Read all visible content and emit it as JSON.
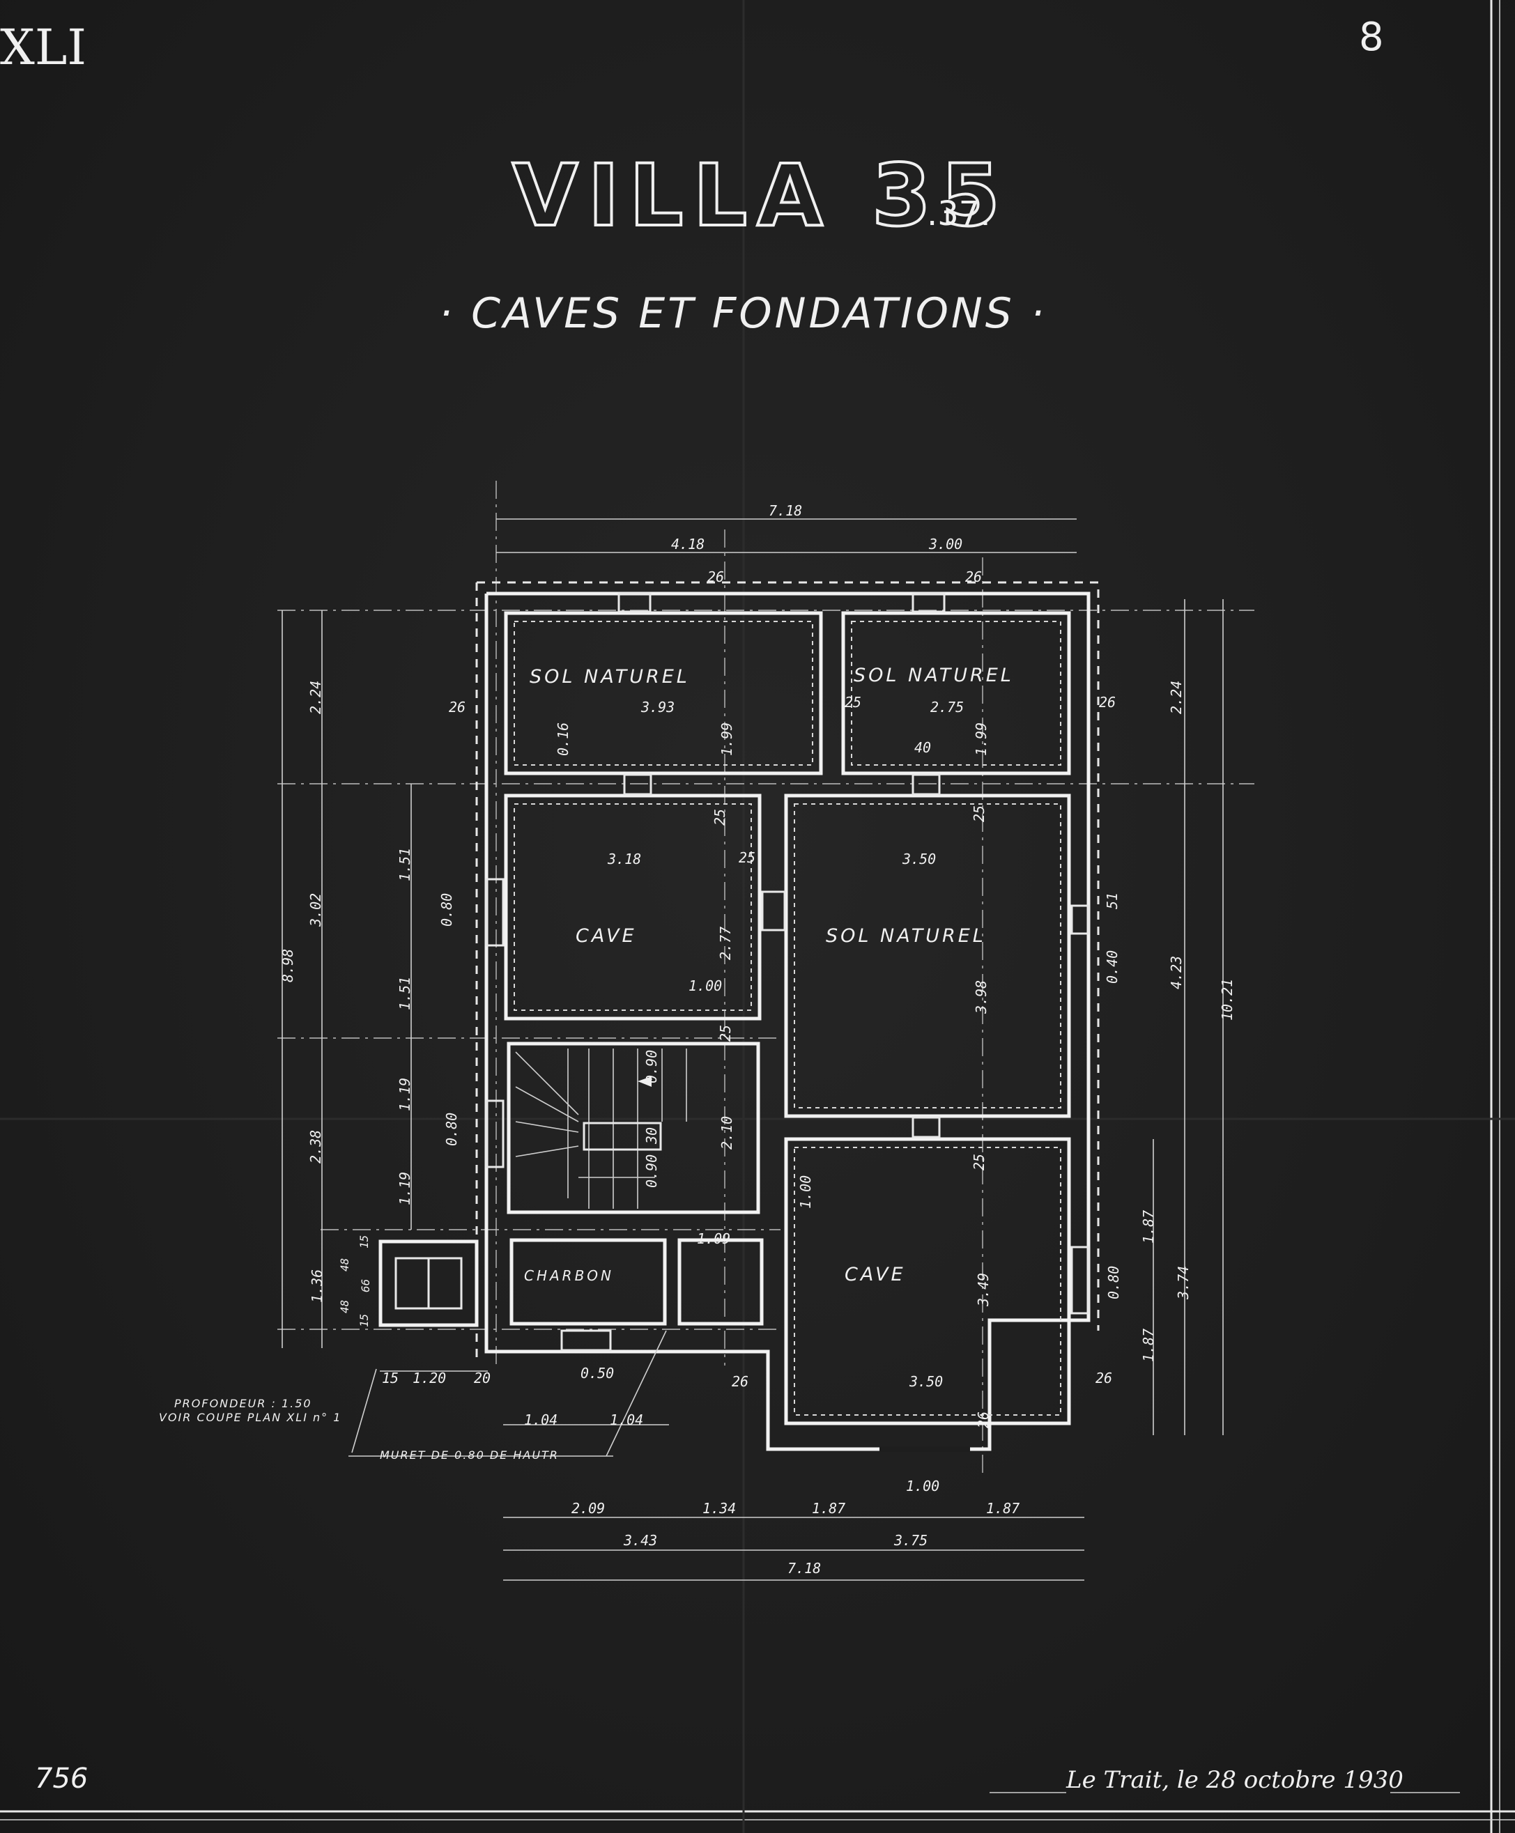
{
  "sheet": {
    "plate_ref": "XLI",
    "sheet_number": "8",
    "title_main": "VILLA 35",
    "title_suffix": ".37.",
    "subtitle": "· CAVES ET FONDATIONS ·",
    "archive_number": "756",
    "signature": "Le Trait, le 28 octobre 1930"
  },
  "rooms": {
    "top_left": "SOL NATUREL",
    "top_right": "SOL NATUREL",
    "mid_left": "CAVE",
    "mid_right": "SOL NATUREL",
    "bottom_right": "CAVE",
    "coal": "CHARBON"
  },
  "notes": {
    "depth": "PROFONDEUR : 1.50",
    "section_ref": "VOIR COUPE PLAN XLI n° 1",
    "low_wall": "MURET DE 0.80 DE HAUTR"
  },
  "dimensions": {
    "top_total": "7.18",
    "top_left": "4.18",
    "top_right": "3.00",
    "wall_top_left": "26",
    "wall_top_right": "26",
    "r1_left_width": "3.93",
    "r1_right_width": "2.75",
    "r1_left_wall": "26",
    "r1_mid_wall": "25",
    "r1_right_wall": "26",
    "r1_left_height": "1.99",
    "r1_right_height": "1.99",
    "vent_width": "40",
    "vent_depth": "0.16",
    "wall_25_a": "25",
    "wall_25_b": "25",
    "wall_25_c": "25",
    "wall_25_d": "25",
    "wall_25_e": "25",
    "r2_left_width": "3.18",
    "r2_right_width": "3.50",
    "r2_left_height": "2.77",
    "r2_right_height": "3.98",
    "door_100_a": "1.00",
    "win_080_a": "0.80",
    "win_080_b": "0.80",
    "win_080_c": "0.80",
    "win_040": "0.40",
    "win_051": "51",
    "stair_090_a": "0.90",
    "stair_090_b": "0.90",
    "stair_30": "30",
    "stair_height": "2.10",
    "door_100_b": "1.00",
    "coal_width": "1.09",
    "r3_height": "3.49",
    "r3_width": "3.50",
    "r3_wall_left": "26",
    "r3_wall_right": "26",
    "r3_wall_bottom": "26",
    "door_100_c": "1.00",
    "left_a": "2.24",
    "left_b": "3.02",
    "left_c": "2.38",
    "left_d": "1.36",
    "left_total": "8.98",
    "left_e": "1.51",
    "left_f": "1.51",
    "left_g": "1.19",
    "left_h": "1.19",
    "left_i": "48",
    "left_j": "48",
    "left_k": "66",
    "left_l": "15",
    "left_m": "15",
    "right_a": "2.24",
    "right_b": "4.23",
    "right_total": "10.21",
    "right_c": "1.87",
    "right_d": "1.87",
    "right_e": "3.74",
    "pit_15": "15",
    "pit_width": "1.20",
    "pit_20": "20",
    "coal_door": "0.50",
    "half_a": "1.04",
    "half_b": "1.04",
    "bottom_a": "2.09",
    "bottom_b": "1.34",
    "bottom_c": "1.87",
    "bottom_d": "1.87",
    "bottom_e": "3.43",
    "bottom_f": "3.75",
    "bottom_total": "7.18"
  }
}
